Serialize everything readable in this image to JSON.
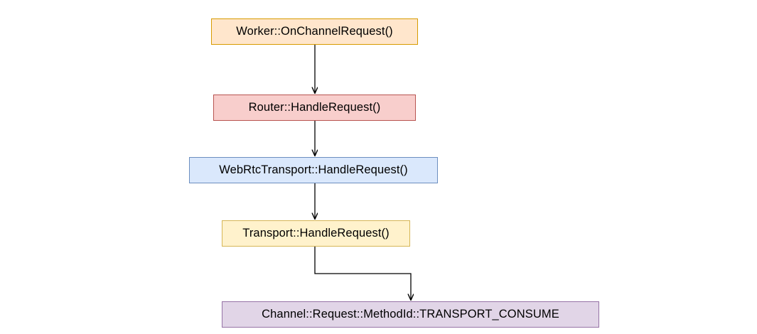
{
  "diagram": {
    "type": "flowchart",
    "orientation": "top-to-bottom",
    "background_color": "#ffffff",
    "nodes": [
      {
        "id": "worker",
        "label": "Worker::OnChannelRequest()",
        "fill_color": "#ffe6cc",
        "stroke_color": "#d79b00",
        "text_color": "#000000"
      },
      {
        "id": "router",
        "label": "Router::HandleRequest()",
        "fill_color": "#f8cecc",
        "stroke_color": "#b85450",
        "text_color": "#000000"
      },
      {
        "id": "webrtc_transport",
        "label": "WebRtcTransport::HandleRequest()",
        "fill_color": "#dae8fc",
        "stroke_color": "#6c8ebf",
        "text_color": "#000000"
      },
      {
        "id": "transport",
        "label": "Transport::HandleRequest()",
        "fill_color": "#fff2cc",
        "stroke_color": "#d6b656",
        "text_color": "#000000"
      },
      {
        "id": "channel_request",
        "label": "Channel::Request::MethodId::TRANSPORT_CONSUME",
        "fill_color": "#e1d5e7",
        "stroke_color": "#9673a6",
        "text_color": "#000000"
      }
    ],
    "edges": [
      {
        "id": "edge-worker-router",
        "from": "worker",
        "to": "router",
        "style": "straight",
        "arrowhead": "filled-open",
        "color": "#000000"
      },
      {
        "id": "edge-router-webrtc",
        "from": "router",
        "to": "webrtc_transport",
        "style": "straight",
        "arrowhead": "filled-open",
        "color": "#000000"
      },
      {
        "id": "edge-webrtc-transport",
        "from": "webrtc_transport",
        "to": "transport",
        "style": "straight",
        "arrowhead": "filled-open",
        "color": "#000000"
      },
      {
        "id": "edge-transport-channel",
        "from": "transport",
        "to": "channel_request",
        "style": "orthogonal-elbow",
        "arrowhead": "filled-open",
        "color": "#000000"
      }
    ]
  }
}
